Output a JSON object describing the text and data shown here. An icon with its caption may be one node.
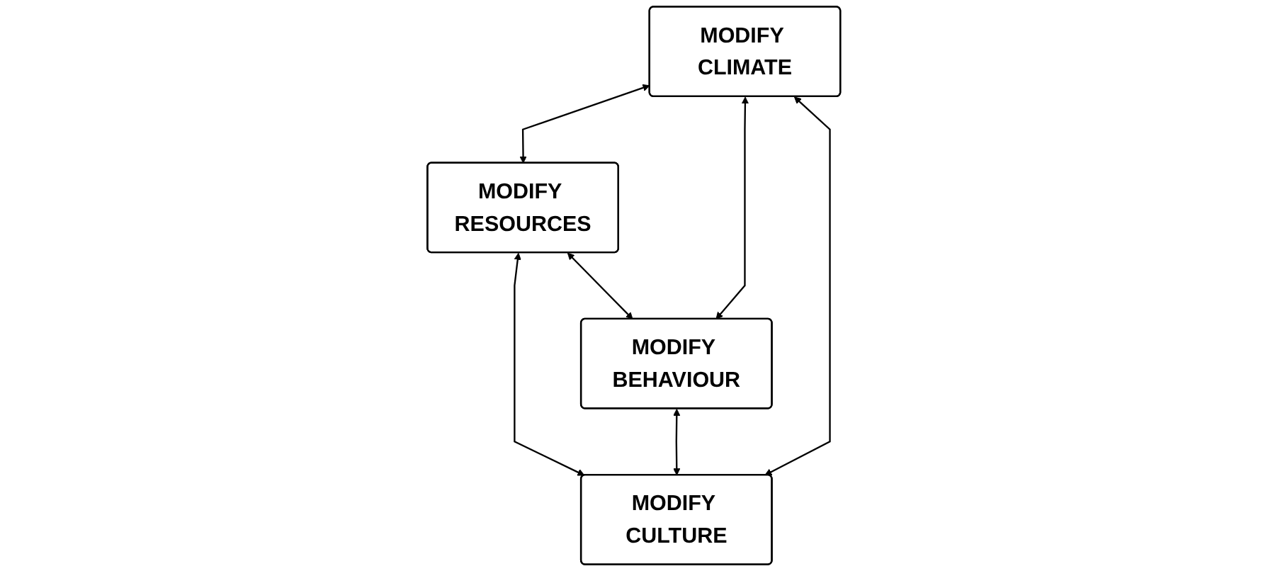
{
  "diagram": {
    "nodes": [
      {
        "text": [
          "MODIFY CLIMATE"
        ]
      },
      {
        "text": [
          "MODIFY RESOURCES"
        ]
      },
      {
        "text": [
          "MODIFY BEHAVIOUR"
        ]
      },
      {
        "text": [
          "MODIFY CULTURE"
        ]
      }
    ],
    "edges": [
      {
        "from": 0,
        "to": 1,
        "arrow": "both"
      },
      {
        "from": 0,
        "to": 2,
        "arrow": "both"
      },
      {
        "from": 1,
        "to": 3,
        "arrow": "both"
      },
      {
        "from": 0,
        "to": 3,
        "arrow": "both"
      },
      {
        "from": 1,
        "to": 2,
        "arrow": "both"
      },
      {
        "from": 2,
        "to": 3,
        "arrow": "both"
      }
    ]
  }
}
